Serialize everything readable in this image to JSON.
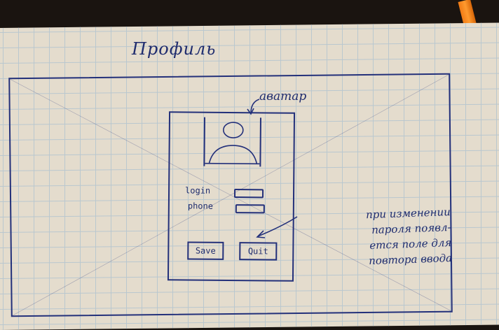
{
  "sketch": {
    "title": "Профиль",
    "avatar_caption": "аватар",
    "form": {
      "login_label": "login",
      "phone_label": "phone"
    },
    "buttons": {
      "save_label": "Save",
      "quit_label": "Quit"
    },
    "note_lines": [
      "при изменении",
      "пароля появл-",
      "ется поле для",
      "повтора ввода"
    ]
  }
}
